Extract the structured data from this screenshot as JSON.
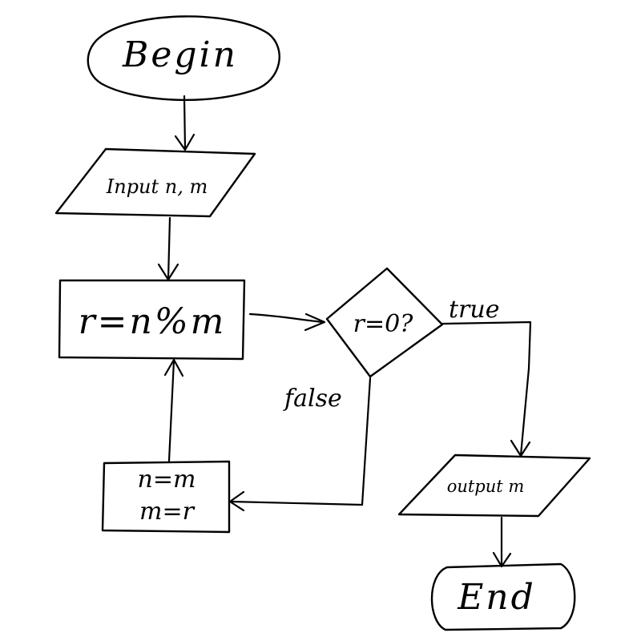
{
  "nodes": {
    "begin": "Begin",
    "input": "Input n, m",
    "assign_r": "r=n%m",
    "condition": "r=0?",
    "swap_line1": "n=m",
    "swap_line2": "m=r",
    "output": "output m",
    "end": "End"
  },
  "edges": {
    "true_label": "true",
    "false_label": "false"
  }
}
